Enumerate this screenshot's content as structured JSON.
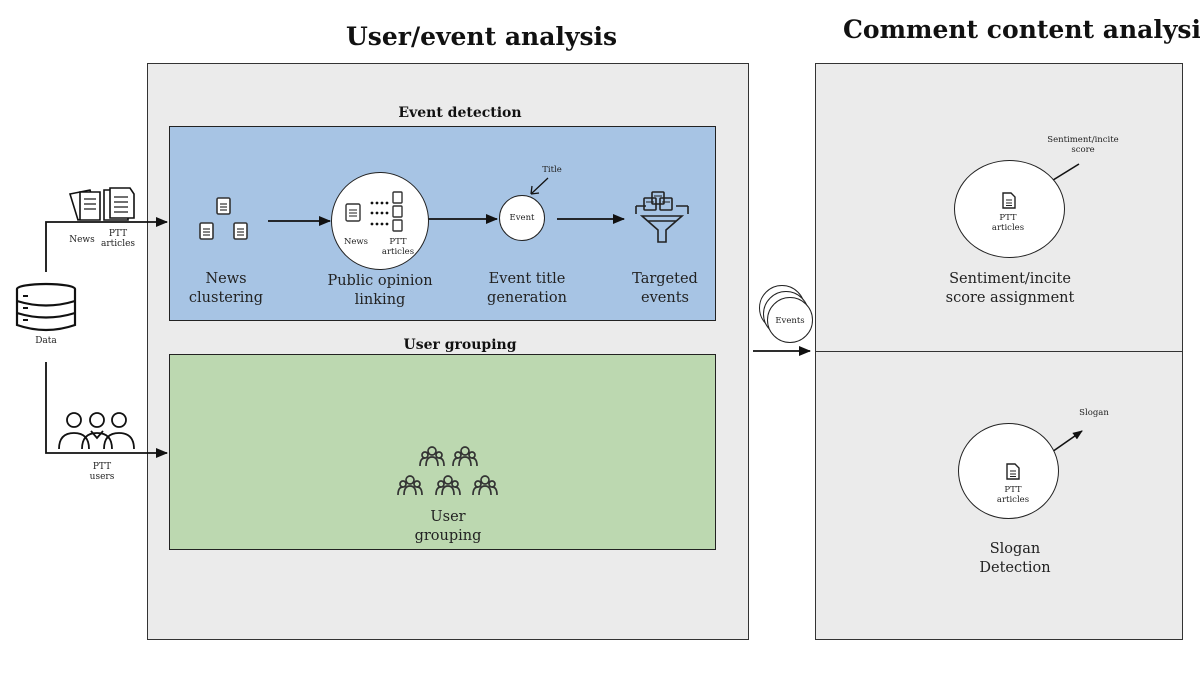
{
  "titles": {
    "user_event": "User/event analysis",
    "comment_content": "Comment content analysis"
  },
  "event_detection": {
    "title": "Event detection",
    "steps": {
      "news_clustering": [
        "News",
        "clustering"
      ],
      "public_opinion": [
        "Public opinion",
        "linking"
      ],
      "event_title": [
        "Event title",
        "generation"
      ],
      "targeted": [
        "Targeted",
        "events"
      ]
    },
    "linking_news": "News",
    "linking_ptt": [
      "PTT",
      "articles"
    ],
    "event_circle": "Event",
    "title_tag": "Title"
  },
  "user_grouping": {
    "title": "User grouping",
    "label": [
      "User",
      "grouping"
    ]
  },
  "data_source": {
    "data": "Data",
    "news": "News",
    "ptt_articles": [
      "PTT",
      "articles"
    ],
    "ptt_users": [
      "PTT",
      "users"
    ]
  },
  "events_stack": "Events",
  "sentiment": {
    "tag": [
      "Sentiment/incite",
      "score"
    ],
    "ptt": [
      "PTT",
      "articles"
    ],
    "label": [
      "Sentiment/incite",
      "score assignment"
    ]
  },
  "slogan": {
    "tag": "Slogan",
    "ptt": [
      "PTT",
      "articles"
    ],
    "label": [
      "Slogan",
      "Detection"
    ]
  },
  "colors": {
    "event_box": "#a7c4e4",
    "user_box": "#bcd8b0",
    "panel": "#ebebeb"
  },
  "icons": [
    "database-icon",
    "document-icon",
    "users-icon",
    "filter-icon",
    "arrow-icon"
  ]
}
